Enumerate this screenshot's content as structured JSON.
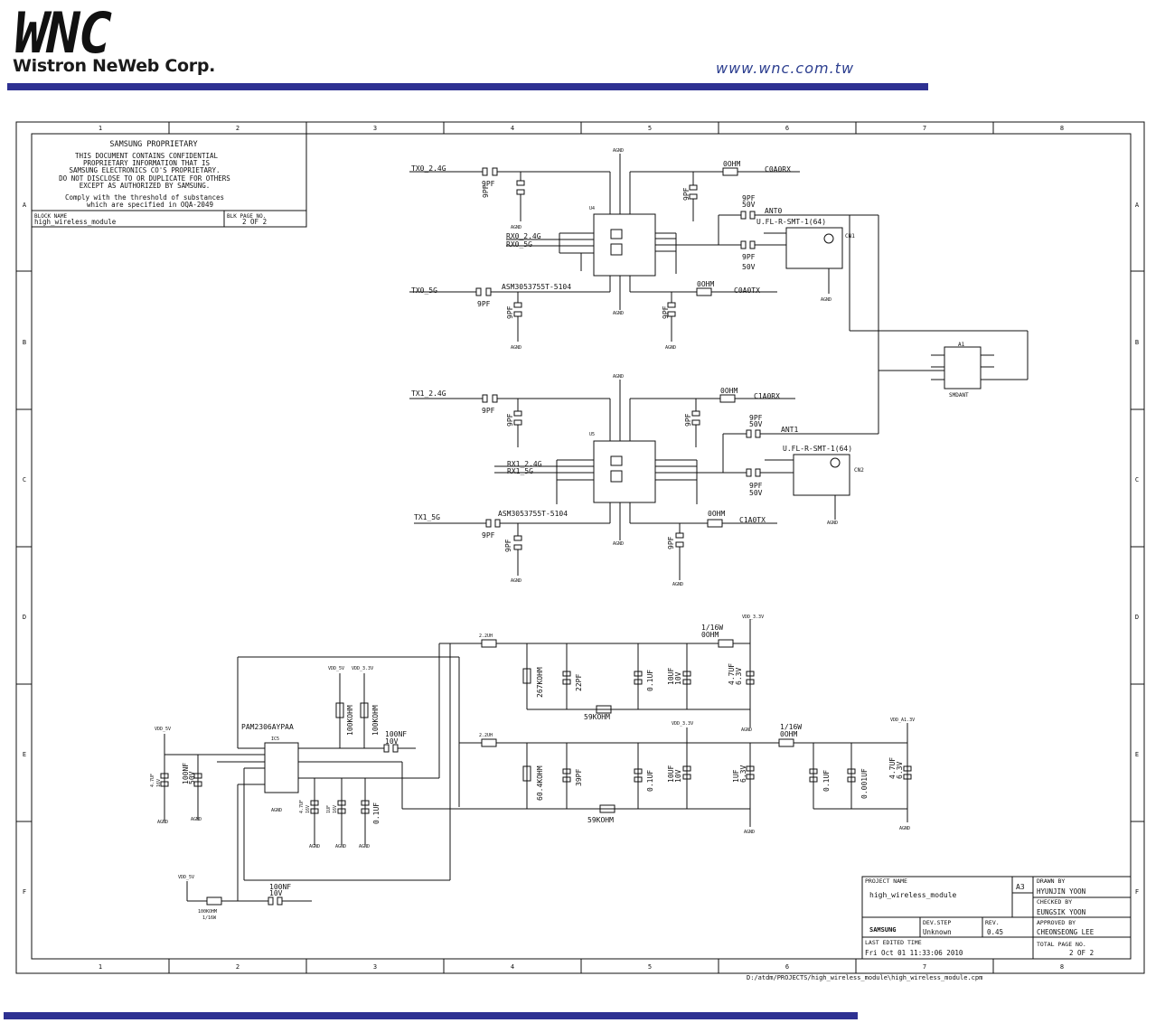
{
  "header": {
    "company": "Wistron NeWeb Corp.",
    "logo_text": "WNC",
    "url": "www.wnc.com.tw",
    "brand_color": "#1565c0",
    "bar_color": "#2e3192"
  },
  "frame": {
    "columns": [
      "1",
      "2",
      "3",
      "4",
      "5",
      "6",
      "7",
      "8"
    ],
    "rows": [
      "A",
      "B",
      "C",
      "D",
      "E",
      "F"
    ]
  },
  "notice": {
    "title": "SAMSUNG PROPRIETARY",
    "lines": [
      "THIS DOCUMENT CONTAINS CONFIDENTIAL",
      "PROPRIETARY INFORMATION THAT IS",
      "SAMSUNG ELECTRONICS CO'S PROPRIETARY.",
      "DO NOT DISCLOSE TO OR DUPLICATE FOR OTHERS",
      "EXCEPT AS AUTHORIZED BY SAMSUNG.",
      "Comply with the threshold of substances",
      "which are specified in OQA-2049"
    ],
    "block_name_label": "BLOCK NAME",
    "block_name": "high_wireless_module",
    "blk_page_label": "BLK PAGE NO.",
    "blk_page": "2   OF   2"
  },
  "schematic": {
    "ch0": {
      "tx24": "TX0_2.4G",
      "tx5": "TX0_5G",
      "rx24": "RX0_2.4G",
      "rx5": "RX0_5G",
      "ic": "ASM3053755T-5104",
      "ic_ref": "U4",
      "ohm_top": "0OHM",
      "ohm_bot": "0OHM",
      "net_top": "C0A0RX",
      "net_bot": "C0A0TX",
      "ant": "ANT0",
      "conn": "U.FL-R-SMT-1(64)",
      "conn_ref": "CN1",
      "cap1": "9PF",
      "cap1v": "50V",
      "cap2": "9PF",
      "cap2v": "50V"
    },
    "ch1": {
      "tx24": "TX1_2.4G",
      "tx5": "TX1_5G",
      "rx24": "RX1_2.4G",
      "rx5": "RX1_5G",
      "ic": "ASM3053755T-5104",
      "ic_ref": "U5",
      "ohm_top": "0OHM",
      "ohm_bot": "0OHM",
      "net_top": "C1A0RX",
      "net_bot": "C1A0TX",
      "ant": "ANT1",
      "conn": "U.FL-R-SMT-1(64)",
      "conn_ref": "CN2",
      "cap1": "9PF",
      "cap1v": "50V",
      "cap2": "9PF",
      "cap2v": "50V"
    },
    "cap_9pf": "9PF",
    "agnd": "AGND",
    "diplex": {
      "ref": "A1",
      "name": "SMDANT"
    },
    "power": {
      "ic": "PAM2306AYPAA",
      "ic_ref": "IC5",
      "l1": "2.2UH",
      "l2": "2.2UH",
      "r31": "267KOHM",
      "c22": "22PF",
      "r32": "59KOHM",
      "c_01a": "0.1UF",
      "c_10a": "10UF",
      "c_10a_v": "10V",
      "c_47a": "4.7UF",
      "c_47a_v": "6.3V",
      "ohm_a": "1/16W",
      "ohm_a2": "0OHM",
      "r28": "60.4KOHM",
      "c39": "39PF",
      "r33": "59KOHM",
      "c_01b": "0.1UF",
      "c_10b": "10UF",
      "c_10b_v": "10V",
      "c_1b": "1UF",
      "c_1b_v": "6.3V",
      "ohm_b": "1/16W",
      "ohm_b2": "0OHM",
      "c_01c": "0.1UF",
      "c_001": "0.001UF",
      "c_47c": "4.7UF",
      "c_47c_v": "6.3V",
      "vdd_33": "VDD_3.3V",
      "vdd_5": "VDD_5V",
      "vdd_a": "VDD_A1.3V",
      "r_100k_a": "100KOHM",
      "r_100k_b": "100KOHM",
      "c_100nf": "100NF",
      "c_100nf_v": "10V",
      "c_100nf_b": "100NF",
      "c_100nf_b_v": "50V",
      "c_100nf_c": "100NF",
      "c_100nf_c_v": "10V",
      "r40": "100KOHM",
      "r40w": "1/16W",
      "c_47d": "4.7UF",
      "c_47d_v": "16V",
      "c_47e": "4.7UF",
      "c_47e_v": "16V",
      "c_1e": "1UF",
      "c_1e_v": "16V",
      "c_01e": "0.1UF"
    }
  },
  "title_block": {
    "project_label": "PROJECT NAME",
    "project": "high_wireless_module",
    "size": "A3",
    "drawn_label": "DRAWN BY",
    "drawn": "HYUNJIN YOON",
    "checked_label": "CHECKED BY",
    "checked": "EUNGSIK YOON",
    "approved_label": "APPROVED BY",
    "approved": "CHEONSEONG LEE",
    "company": "SAMSUNG",
    "devstep_label": "DEV.STEP",
    "devstep": "Unknown",
    "rev_label": "REV.",
    "rev": "0.45",
    "edited_label": "LAST EDITED TIME",
    "edited": "Fri Oct 01 11:33:06 2010",
    "total_label": "TOTAL PAGE NO.",
    "total": "2  OF     2"
  },
  "footer_path": "D:/atdm/PROJECTS/high_wireless_module\\high_wireless_module.cpm"
}
